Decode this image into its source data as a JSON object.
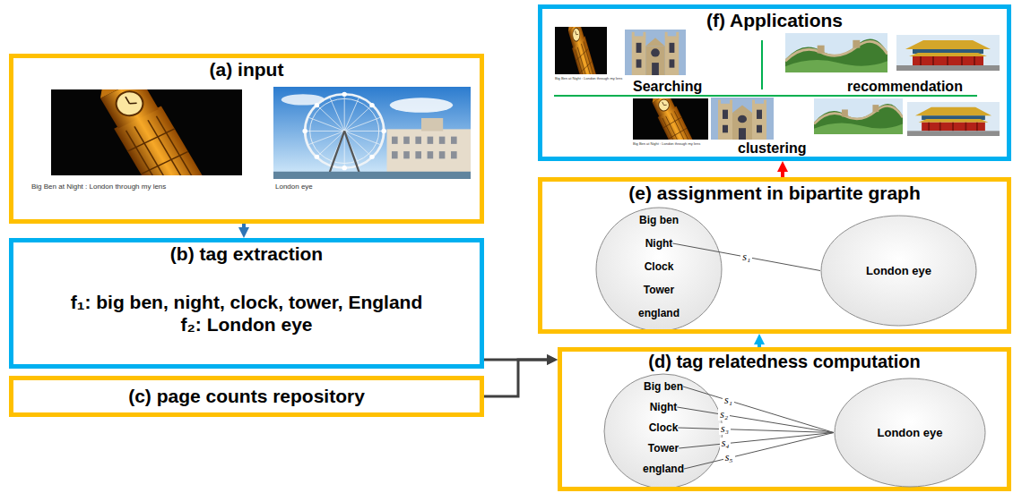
{
  "diagram": {
    "nodes": [
      {
        "text": [
          "(a) input"
        ]
      },
      {
        "text": [
          "(b) tag extraction",
          "f₁: big ben, night, clock, tower, England",
          "f₂: London eye"
        ]
      },
      {
        "text": [
          "(c) page counts repository"
        ]
      },
      {
        "text": [
          "(d) tag relatedness computation"
        ]
      },
      {
        "text": [
          "Big ben"
        ],
        "in": 3
      },
      {
        "text": [
          "Night"
        ],
        "in": 3
      },
      {
        "text": [
          "Clock"
        ],
        "in": 3
      },
      {
        "text": [
          "Tower"
        ],
        "in": 3
      },
      {
        "text": [
          "england"
        ],
        "in": 3
      },
      {
        "text": [
          "London eye"
        ],
        "in": 3
      },
      {
        "text": [
          "(e) assignment in bipartite graph"
        ]
      },
      {
        "text": [
          "Big ben"
        ],
        "in": 10
      },
      {
        "text": [
          "Night"
        ],
        "in": 10
      },
      {
        "text": [
          "Clock"
        ],
        "in": 10
      },
      {
        "text": [
          "Tower"
        ],
        "in": 10
      },
      {
        "text": [
          "england"
        ],
        "in": 10
      },
      {
        "text": [
          "London eye"
        ],
        "in": 10
      },
      {
        "text": [
          "(f) Applications"
        ]
      }
    ],
    "edges": [
      {
        "from": 0,
        "to": 1,
        "arrow": "to"
      },
      {
        "from": 1,
        "to": 3,
        "arrow": "to"
      },
      {
        "from": 2,
        "to": 3,
        "arrow": "to"
      },
      {
        "from": 3,
        "to": 10,
        "arrow": "to"
      },
      {
        "from": 10,
        "to": 17,
        "arrow": "to"
      },
      {
        "from": 4,
        "to": 9,
        "label": "s₁",
        "arrow": "none"
      },
      {
        "from": 5,
        "to": 9,
        "label": "s₂",
        "arrow": "none"
      },
      {
        "from": 6,
        "to": 9,
        "label": "s₃",
        "arrow": "none"
      },
      {
        "from": 7,
        "to": 9,
        "label": "s₄",
        "arrow": "none"
      },
      {
        "from": 8,
        "to": 9,
        "label": "s₅",
        "arrow": "none"
      },
      {
        "from": 12,
        "to": 16,
        "label": "s₁",
        "arrow": "none"
      }
    ],
    "labels": [
      "Big Ben at Night : London through my lens",
      "London eye",
      "Big Ben at Night : London through my lens",
      "Searching",
      "recommendation",
      "Big Ben at Night : London through my lens",
      "clustering"
    ]
  }
}
